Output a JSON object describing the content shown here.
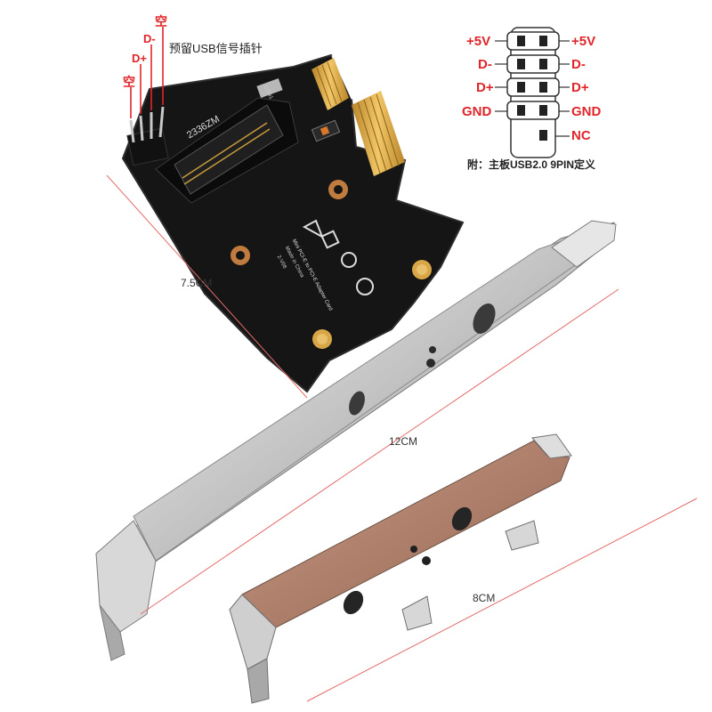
{
  "header_pins": {
    "top_label": "空",
    "d_minus": "D-",
    "d_plus": "D+",
    "side_label": "空",
    "reserved_note": "预留USB信号插针"
  },
  "pinout": {
    "rows": [
      {
        "left": "+5V",
        "right": "+5V"
      },
      {
        "left": "D-",
        "right": "D-"
      },
      {
        "left": "D+",
        "right": "D+"
      },
      {
        "left": "GND",
        "right": "GND"
      },
      {
        "left": "",
        "right": "NC"
      }
    ],
    "note": "附：主板USB2.0 9PIN定义"
  },
  "dimensions": {
    "height": "7.5CM",
    "full_bracket": "12CM",
    "low_bracket": "8CM"
  },
  "board_silkscreen": {
    "slot_label": "2336ZM",
    "product_line1": "Mini PCI-E to PCI-E Adapter Card",
    "product_line2": "Made in China",
    "version": "2-V08",
    "con": "CON1"
  },
  "colors": {
    "label_red": "#e0262a",
    "pcb": "#141414",
    "gold": "#d9a640",
    "bracket": "#c9c9c9",
    "low_bracket": "#b08370"
  }
}
